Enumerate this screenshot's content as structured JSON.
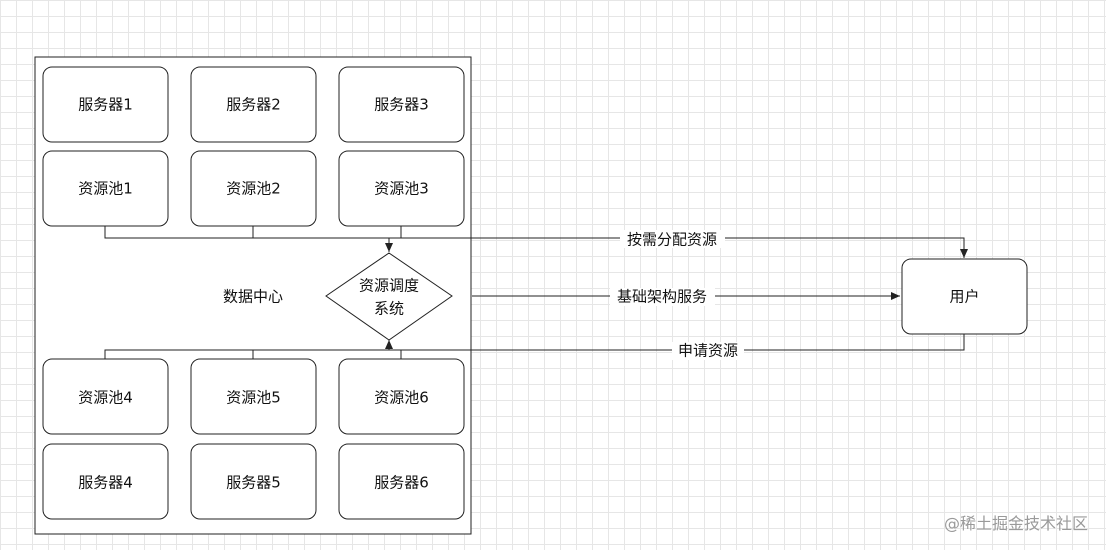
{
  "data_center": {
    "label": "数据中心"
  },
  "scheduler": {
    "line1": "资源调度",
    "line2": "系统"
  },
  "user": {
    "label": "用户"
  },
  "top_servers": [
    {
      "label": "服务器1"
    },
    {
      "label": "服务器2"
    },
    {
      "label": "服务器3"
    }
  ],
  "top_pools": [
    {
      "label": "资源池1"
    },
    {
      "label": "资源池2"
    },
    {
      "label": "资源池3"
    }
  ],
  "bottom_pools": [
    {
      "label": "资源池4"
    },
    {
      "label": "资源池5"
    },
    {
      "label": "资源池6"
    }
  ],
  "bottom_servers": [
    {
      "label": "服务器4"
    },
    {
      "label": "服务器5"
    },
    {
      "label": "服务器6"
    }
  ],
  "edges": {
    "allocate": "按需分配资源",
    "infra": "基础架构服务",
    "request": "申请资源"
  },
  "watermark": "@稀土掘金技术社区"
}
